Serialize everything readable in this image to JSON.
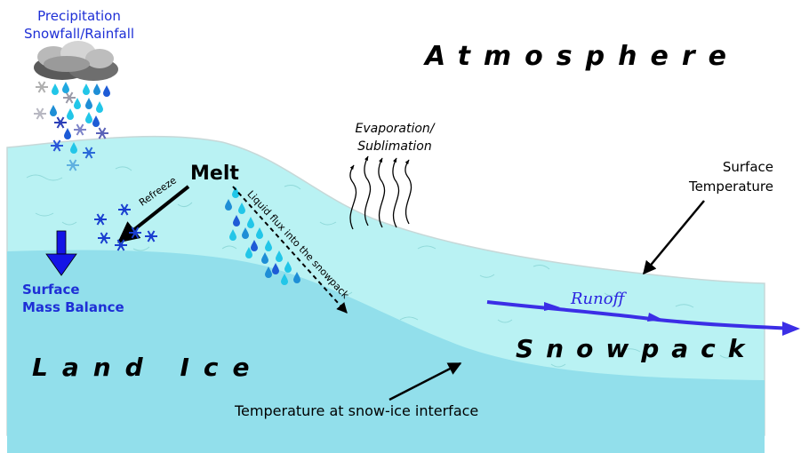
{
  "labels": {
    "precipitation_line1": "Precipitation",
    "precipitation_line2": "Snowfall/Rainfall",
    "atmosphere": "Atmosphere",
    "evaporation_line1": "Evaporation/",
    "evaporation_line2": "Sublimation",
    "surface_temp_line1": "Surface",
    "surface_temp_line2": "Temperature",
    "melt": "Melt",
    "refreeze": "Refreeze",
    "liquid_flux": "Liquid flux into the snowpack",
    "surface_mass_balance_line1": "Surface",
    "surface_mass_balance_line2": "Mass Balance",
    "land_ice": "Land Ice",
    "snowpack": "Snowpack",
    "runoff": "Runoff",
    "interface_temp": "Temperature at snow-ice interface"
  },
  "colors": {
    "snowpack": "#b9f2f3",
    "land_ice": "#92dfeb",
    "runoff_arrow": "#3b2ee6",
    "smb_arrow": "#1414e6",
    "snowflake": "#1a3fd0",
    "raindrop_light": "#22c6e8",
    "raindrop_dark": "#1e5bd6",
    "cloud": "#8a8a8a"
  },
  "icons": [
    "cloud-icon",
    "snowflake-icon",
    "raindrop-icon"
  ]
}
